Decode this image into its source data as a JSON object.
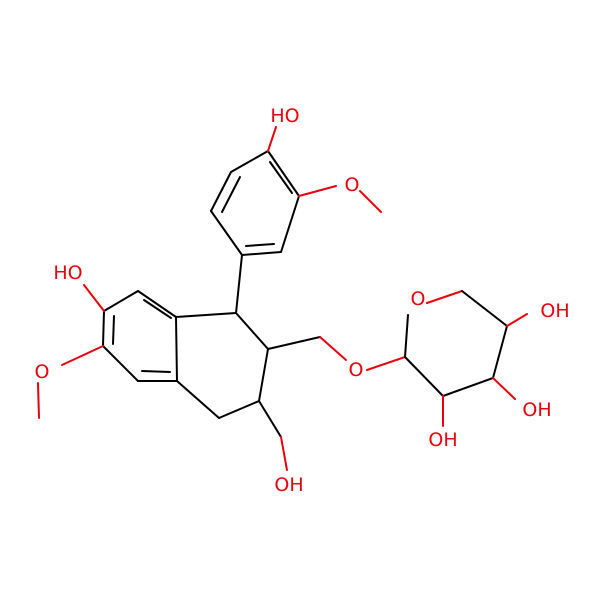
{
  "atom_labels": {
    "oh_top": "HO",
    "o_methoxy_right": "O",
    "oh_left": "HO",
    "o_methoxy_left": "O",
    "o_ring": "O",
    "oh_ring_right": "OH",
    "o_ether": "O",
    "oh_ring_mid": "OH",
    "oh_ring_low": "OH",
    "oh_bottom": "OH"
  },
  "colors": {
    "bond": "#000000",
    "heteroatom": "#e8000b",
    "background": "#ffffff"
  }
}
